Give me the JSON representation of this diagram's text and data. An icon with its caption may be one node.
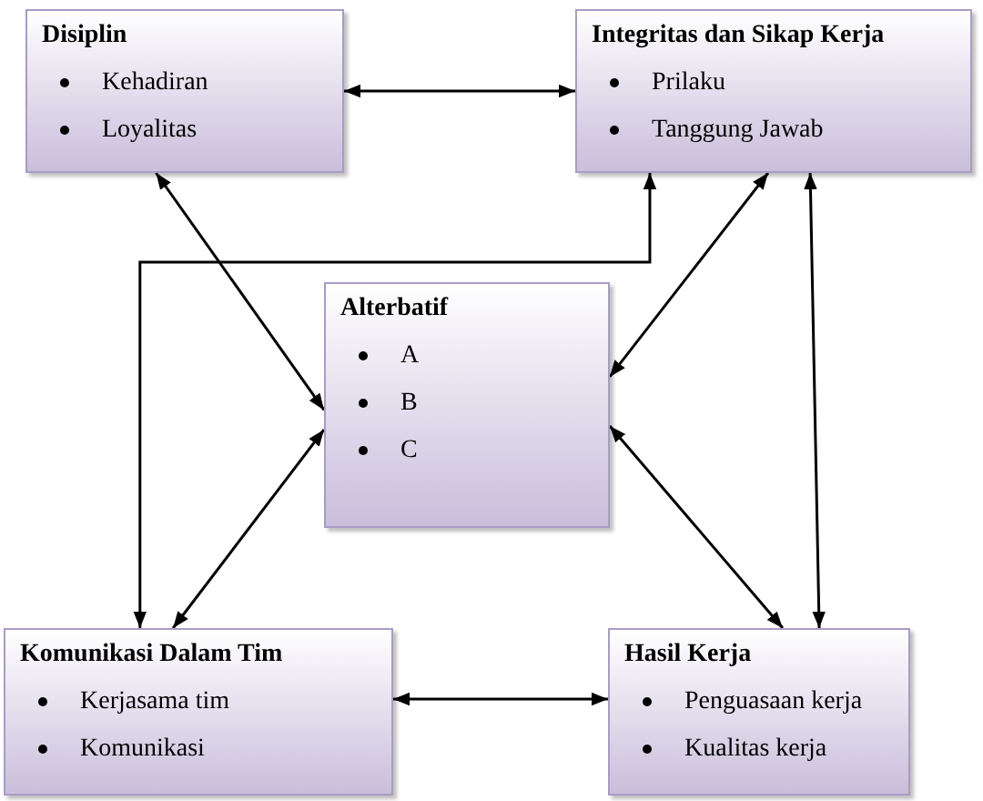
{
  "diagram": {
    "nodes": [
      {
        "text": [
          "Disiplin",
          "Kehadiran",
          "Loyalitas"
        ]
      },
      {
        "text": [
          "Integritas dan Sikap Kerja",
          "Prilaku",
          "Tanggung Jawab"
        ]
      },
      {
        "text": [
          "Alterbatif",
          "A",
          "B",
          "C"
        ]
      },
      {
        "text": [
          "Komunikasi Dalam Tim",
          "Kerjasama tim",
          "Komunikasi"
        ]
      },
      {
        "text": [
          "Hasil Kerja",
          "Penguasaan kerja",
          "Kualitas kerja"
        ]
      }
    ],
    "edges": [
      {
        "from": 0,
        "to": 1,
        "arrow": "both"
      },
      {
        "from": 0,
        "to": 2,
        "arrow": "both"
      },
      {
        "from": 1,
        "to": 2,
        "arrow": "both"
      },
      {
        "from": 1,
        "to": 4,
        "arrow": "both"
      },
      {
        "from": 2,
        "to": 4,
        "arrow": "both"
      },
      {
        "from": 2,
        "to": 3,
        "arrow": "both"
      },
      {
        "from": 3,
        "to": 4,
        "arrow": "both"
      },
      {
        "from": 1,
        "to": 3,
        "arrow": "both"
      }
    ]
  }
}
